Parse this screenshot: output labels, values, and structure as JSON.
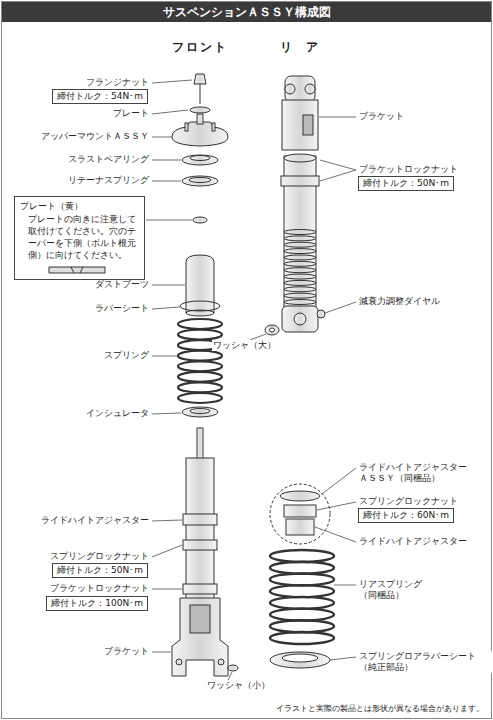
{
  "diagram": {
    "title": "サスペンションＡＳＳＹ構成図",
    "caption": "イラストと実際の製品とは形状が異なる場合があります。",
    "nodes": [
      {
        "text": [
          "締付トルク：54N･m"
        ]
      },
      {
        "text": [
          "プレート（黄）",
          "プレートの向きに注意して取付けてください。穴のテーパーを下側（ボルト根元側）に向けてください。"
        ]
      },
      {
        "text": [
          "締付トルク：50N･m"
        ]
      },
      {
        "text": [
          "締付トルク：100N･m"
        ]
      },
      {
        "text": [
          "締付トルク：50N･m"
        ]
      },
      {
        "text": [
          "締付トルク：60N･m"
        ]
      }
    ],
    "edges": [],
    "labels": [
      "フロント",
      "リア",
      "フランジナット",
      "プレート",
      "アッパーマウントＡＳＳＹ",
      "スラストベアリング",
      "リテーナスプリング",
      "ダストブーツ",
      "ラバーシート",
      "スプリング",
      "インシュレータ",
      "ライドハイトアジャスター",
      "スプリングロックナット",
      "ブラケットロックナット",
      "ブラケット",
      "ワッシャ（小）",
      "ブラケット",
      "ブラケットロックナット",
      "減衰力調整ダイヤル",
      "ワッシャ（大）",
      "ライドハイトアジャスター ＡＳＳＹ（同梱品）",
      "スプリングロックナット",
      "ライドハイトアジャスター",
      "リアスプリング （同梱品）",
      "スプリングロアラバーシート （純正部品）"
    ]
  }
}
